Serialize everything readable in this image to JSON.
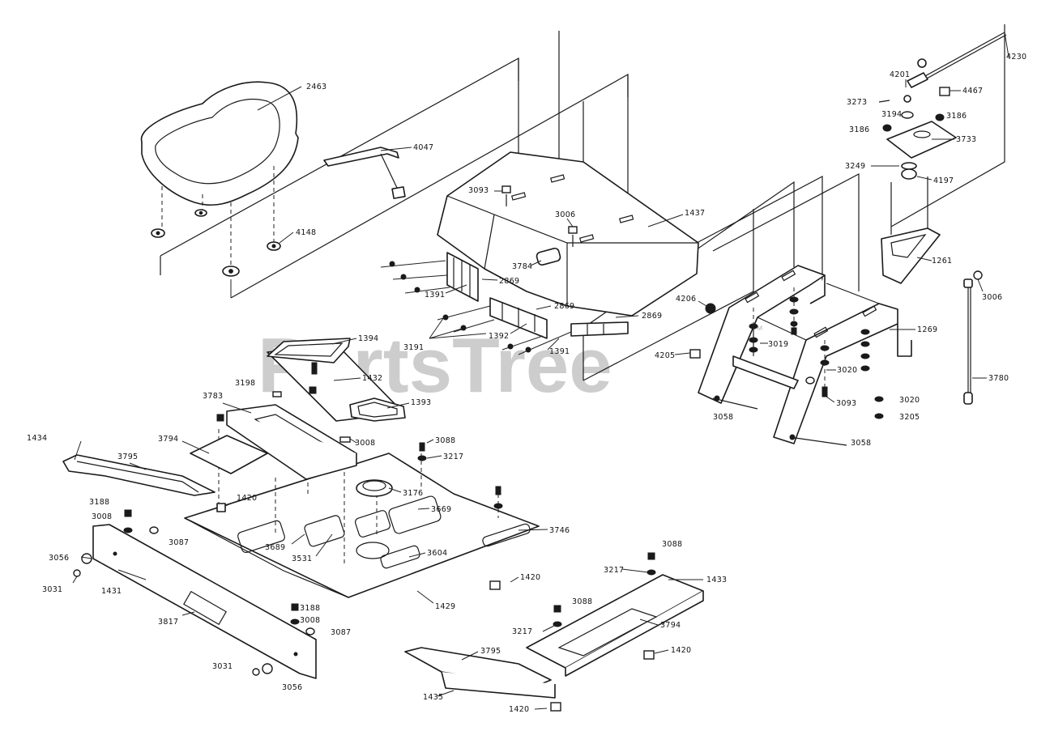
{
  "watermark": {
    "text": "PartsTree",
    "mark": "™"
  },
  "callouts": [
    {
      "id": "c-2463",
      "text": "2463"
    },
    {
      "id": "c-4047",
      "text": "4047"
    },
    {
      "id": "c-4148",
      "text": "4148"
    },
    {
      "id": "c-3093a",
      "text": "3093"
    },
    {
      "id": "c-3006a",
      "text": "3006"
    },
    {
      "id": "c-1437",
      "text": "1437"
    },
    {
      "id": "c-3784",
      "text": "3784"
    },
    {
      "id": "c-2869a",
      "text": "2869"
    },
    {
      "id": "c-1391a",
      "text": "1391"
    },
    {
      "id": "c-2869b",
      "text": "2869"
    },
    {
      "id": "c-2869c",
      "text": "2869"
    },
    {
      "id": "c-1392",
      "text": "1392"
    },
    {
      "id": "c-3191",
      "text": "3191"
    },
    {
      "id": "c-1391b",
      "text": "1391"
    },
    {
      "id": "c-4206",
      "text": "4206"
    },
    {
      "id": "c-4205",
      "text": "4205"
    },
    {
      "id": "c-3019",
      "text": "3019"
    },
    {
      "id": "c-3020a",
      "text": "3020"
    },
    {
      "id": "c-3093b",
      "text": "3093"
    },
    {
      "id": "c-3020b",
      "text": "3020"
    },
    {
      "id": "c-3205",
      "text": "3205"
    },
    {
      "id": "c-3058a",
      "text": "3058"
    },
    {
      "id": "c-3058b",
      "text": "3058"
    },
    {
      "id": "c-1269",
      "text": "1269"
    },
    {
      "id": "c-3780",
      "text": "3780"
    },
    {
      "id": "c-3006b",
      "text": "3006"
    },
    {
      "id": "c-1261",
      "text": "1261"
    },
    {
      "id": "c-4230",
      "text": "4230"
    },
    {
      "id": "c-4201",
      "text": "4201"
    },
    {
      "id": "c-4467",
      "text": "4467"
    },
    {
      "id": "c-3273",
      "text": "3273"
    },
    {
      "id": "c-3194",
      "text": "3194"
    },
    {
      "id": "c-3186a",
      "text": "3186"
    },
    {
      "id": "c-3186b",
      "text": "3186"
    },
    {
      "id": "c-3733",
      "text": "3733"
    },
    {
      "id": "c-3249",
      "text": "3249"
    },
    {
      "id": "c-4197",
      "text": "4197"
    },
    {
      "id": "c-1394",
      "text": "1394"
    },
    {
      "id": "c-1432",
      "text": "1432"
    },
    {
      "id": "c-3198",
      "text": "3198"
    },
    {
      "id": "c-3783",
      "text": "3783"
    },
    {
      "id": "c-1393",
      "text": "1393"
    },
    {
      "id": "c-3794a",
      "text": "3794"
    },
    {
      "id": "c-3008a",
      "text": "3008"
    },
    {
      "id": "c-3088a",
      "text": "3088"
    },
    {
      "id": "c-3217a",
      "text": "3217"
    },
    {
      "id": "c-1434",
      "text": "1434"
    },
    {
      "id": "c-3795a",
      "text": "3795"
    },
    {
      "id": "c-1420a",
      "text": "1420"
    },
    {
      "id": "c-3176",
      "text": "3176"
    },
    {
      "id": "c-3669",
      "text": "3669"
    },
    {
      "id": "c-3746",
      "text": "3746"
    },
    {
      "id": "c-3188a",
      "text": "3188"
    },
    {
      "id": "c-3008b",
      "text": "3008"
    },
    {
      "id": "c-3087a",
      "text": "3087"
    },
    {
      "id": "c-3689",
      "text": "3689"
    },
    {
      "id": "c-3531",
      "text": "3531"
    },
    {
      "id": "c-3604",
      "text": "3604"
    },
    {
      "id": "c-3056a",
      "text": "3056"
    },
    {
      "id": "c-3031a",
      "text": "3031"
    },
    {
      "id": "c-1431",
      "text": "1431"
    },
    {
      "id": "c-1420b",
      "text": "1420"
    },
    {
      "id": "c-1429",
      "text": "1429"
    },
    {
      "id": "c-3817",
      "text": "3817"
    },
    {
      "id": "c-3188b",
      "text": "3188"
    },
    {
      "id": "c-3008c",
      "text": "3008"
    },
    {
      "id": "c-3087b",
      "text": "3087"
    },
    {
      "id": "c-3031b",
      "text": "3031"
    },
    {
      "id": "c-3056b",
      "text": "3056"
    },
    {
      "id": "c-3088b",
      "text": "3088"
    },
    {
      "id": "c-3217b",
      "text": "3217"
    },
    {
      "id": "c-1433",
      "text": "1433"
    },
    {
      "id": "c-3088c",
      "text": "3088"
    },
    {
      "id": "c-3217c",
      "text": "3217"
    },
    {
      "id": "c-3794b",
      "text": "3794"
    },
    {
      "id": "c-3795b",
      "text": "3795"
    },
    {
      "id": "c-1420c",
      "text": "1420"
    },
    {
      "id": "c-1435",
      "text": "1435"
    },
    {
      "id": "c-1420d",
      "text": "1420"
    }
  ]
}
